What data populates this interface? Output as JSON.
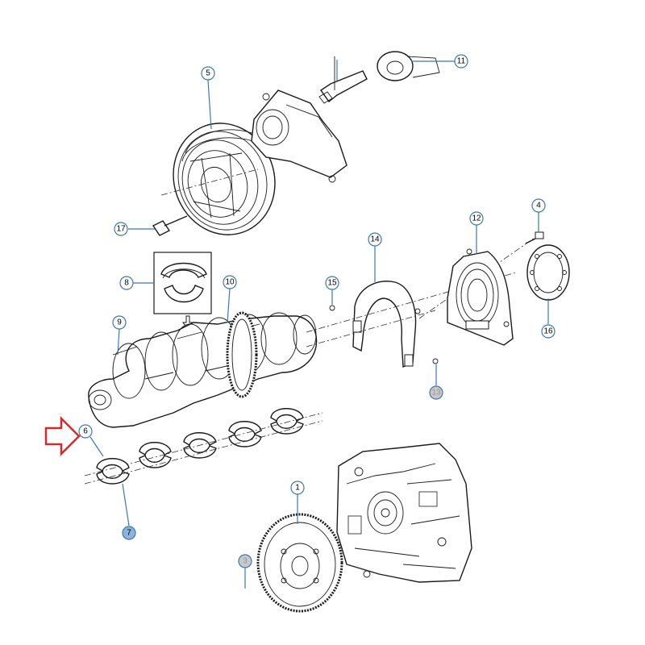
{
  "diagram": {
    "callouts": [
      {
        "id": "c1",
        "label": "1",
        "style": "normal"
      },
      {
        "id": "c3",
        "label": "3",
        "style": "grey"
      },
      {
        "id": "c4",
        "label": "4",
        "style": "normal"
      },
      {
        "id": "c5",
        "label": "5",
        "style": "normal"
      },
      {
        "id": "c6",
        "label": "6",
        "style": "normal"
      },
      {
        "id": "c7",
        "label": "7",
        "style": "filled"
      },
      {
        "id": "c8",
        "label": "8",
        "style": "normal"
      },
      {
        "id": "c9",
        "label": "9",
        "style": "normal"
      },
      {
        "id": "c10",
        "label": "10",
        "style": "normal"
      },
      {
        "id": "c11",
        "label": "11",
        "style": "normal"
      },
      {
        "id": "c12",
        "label": "12",
        "style": "normal"
      },
      {
        "id": "c13",
        "label": "13",
        "style": "grey"
      },
      {
        "id": "c14",
        "label": "14",
        "style": "normal"
      },
      {
        "id": "c15",
        "label": "15",
        "style": "normal"
      },
      {
        "id": "c16",
        "label": "16",
        "style": "normal"
      },
      {
        "id": "c17",
        "label": "17",
        "style": "normal"
      }
    ],
    "colors": {
      "callout_stroke": "#3a78b5",
      "callout_fill": "#ffffff",
      "callout_filled": "#8fb4dc",
      "callout_grey": "#c8c8c8",
      "callout_grey_text": "#999999",
      "highlight_arrow": "#d42a2a",
      "part_line": "#1a1a1a"
    },
    "highlight_arrow_target": "6"
  }
}
